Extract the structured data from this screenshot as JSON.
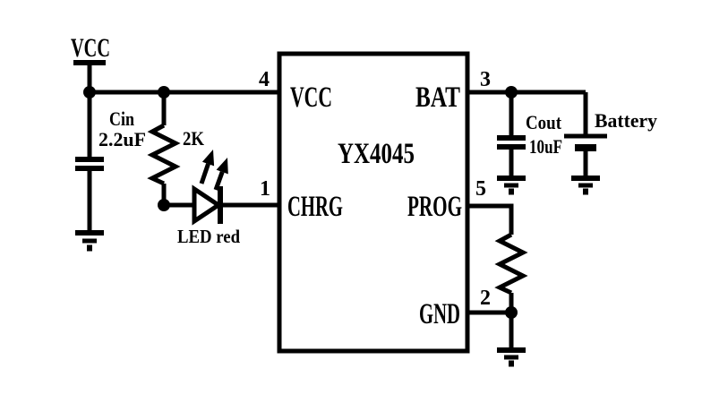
{
  "colors": {
    "line": "#000000",
    "background": "#ffffff"
  },
  "power": {
    "label": "VCC"
  },
  "ic": {
    "part_number": "YX4045",
    "pins": [
      {
        "number": "4",
        "name": "VCC",
        "side": "left"
      },
      {
        "number": "1",
        "name": "CHRG",
        "side": "left"
      },
      {
        "number": "3",
        "name": "BAT",
        "side": "right"
      },
      {
        "number": "5",
        "name": "PROG",
        "side": "right"
      },
      {
        "number": "2",
        "name": "GND",
        "side": "right"
      }
    ]
  },
  "components": {
    "input_capacitor": {
      "designator": "Cin",
      "value": "2.2uF"
    },
    "led_resistor": {
      "value": "2K"
    },
    "led": {
      "label": "LED red"
    },
    "output_capacitor": {
      "designator": "Cout",
      "value": "10uF"
    },
    "battery": {
      "label": "Battery"
    }
  }
}
